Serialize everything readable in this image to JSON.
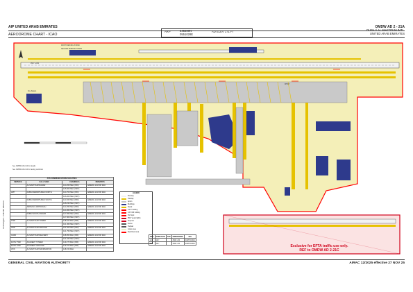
{
  "header": {
    "left": "AIP UNITED ARAB EMIRATES",
    "right": "OMDW AD 2 - 21A"
  },
  "chart": {
    "title": "AERODROME CHART - ICAO",
    "arp_label": "ARP",
    "arp_lat": "245508N",
    "arp_lon": "0551028E",
    "elevation": "AD ELEV 171 FT",
    "airport_name": "DUBAI / AL MAKTOUM INTL.",
    "country": "UNITED ARAB EMIRATES",
    "side_note": "Unchanged - 2-Month effective"
  },
  "footer": {
    "left": "GENERAL CIVIL AVIATION AUTHORITY",
    "right": "AIRAC 12/2025 effective 27 NOV 25"
  },
  "map_labels": {
    "rwy_left": "RWY 12/30",
    "mtwy": "MTWY",
    "north_note": "FIRST PARKING STAND",
    "south_note": "SECOND PARKING STAND",
    "fire_station": "Fire Station",
    "info_note": "See OMDW AD 2-24 for details",
    "info_note2": "See OMDW AD 2-24 for taxiing restriction"
  },
  "notice": {
    "line1": "Exclusive for EFTA traffic use only.",
    "line2": "REF to OMDW AD 2-21C"
  },
  "comm": {
    "title": "ATS COMMUNICATION FACILITIES",
    "headers": [
      "SERVICE",
      "CALL SIGN",
      "CHANNELS",
      "REMARKS"
    ],
    "rows": [
      [
        "",
        "AL MAKTOUM RADAR",
        "124.250 MHz (PRI)",
        "EMERG 121.500 MHz"
      ],
      [
        "",
        "",
        "125.600 MHz (SRY)",
        ""
      ],
      [
        "APP",
        "DUBAI DEPARTURES NORTH",
        "124.700 MHz (PRI)",
        "EMERG 121.500 MHz"
      ],
      [
        "",
        "",
        "126.200 MHz (SRY)",
        ""
      ],
      [
        "",
        "DUBAI DEPARTURES SOUTH",
        "124.525 MHz (PRI)",
        "EMERG 121.500 MHz"
      ],
      [
        "",
        "",
        "128.230 MHz (SRY)",
        ""
      ],
      [
        "",
        "ARRIVALS APPROACH",
        "124.250 MHz (PRI)",
        "EMERG 121.500 MHz"
      ],
      [
        "",
        "",
        "124.450 MHz (SRY)",
        ""
      ],
      [
        "",
        "DUBAI SOUTH RADAR",
        "127.650 MHz (PRI)",
        "EMERG 121.500 MHz"
      ],
      [
        "",
        "",
        "127.900 MHz (SRY)",
        ""
      ],
      [
        "TWR",
        "AL MAKTOUM TOWER",
        "118.625 MHz (PRI)",
        "EMERG 121.500 MHz"
      ],
      [
        "",
        "",
        "121.450 MHz (SRY)",
        ""
      ],
      [
        "GND",
        "AL MAKTOUM GROUND",
        "121.200 MHz (PRI)",
        "EMERG 121.500 MHz"
      ],
      [
        "",
        "",
        "121.750 MHz (SRY)",
        ""
      ],
      [
        "CLRD",
        "AL MAKTOUM DELIVERY",
        "118.950 MHz (PRI)",
        "EMERG 121.500 MHz"
      ],
      [
        "",
        "",
        "121.625 MHz (SRY)",
        ""
      ],
      [
        "DUTH TWR",
        "ACADEMY TOWER",
        "119.275 MHz (PRI)",
        "EMERG 121.500 MHz"
      ],
      [
        "DUTH GND",
        "ACADEMY GROUND",
        "119.700 MHz (PRI)",
        "EMERG 121.500 MHz"
      ],
      [
        "ATIS",
        "AL MAKTOUM INFORMATION",
        "118.150 MHz",
        ""
      ]
    ]
  },
  "legend": {
    "title": "LEGEND",
    "items": [
      {
        "label": "Runway",
        "color": "#f2f2f2"
      },
      {
        "label": "Taxiway",
        "color": "#e6c200"
      },
      {
        "label": "Apron",
        "color": "#c7c7c7"
      },
      {
        "label": "Buildings",
        "color": "#2e3a8c"
      },
      {
        "label": "Stand",
        "color": "#e6c200"
      },
      {
        "label": "CAT I holding",
        "color": "#ff0000"
      },
      {
        "label": "CAT II/III holding",
        "color": "#ff0000"
      },
      {
        "label": "Hot Spot",
        "color": "#ff0000"
      },
      {
        "label": "RWY guard lights",
        "color": "#d0021b"
      },
      {
        "label": "Stop bar",
        "color": "#d0021b"
      },
      {
        "label": "Fence",
        "color": "#555555"
      },
      {
        "label": "Helipad",
        "color": "#555555"
      },
      {
        "label": "Grass area",
        "color": "#eaf2c8"
      },
      {
        "label": "Restricted area",
        "color": "#ff0000"
      }
    ]
  },
  "rwy_table": {
    "headers": [
      "RWY",
      "DIRECTION",
      "THR",
      "DIMENSIONS",
      "SFC"
    ],
    "rows": [
      [
        "12",
        "121°",
        "",
        "4500 x 60",
        "ASPH/CONC"
      ],
      [
        "30",
        "301°",
        "",
        "4500 x 60",
        "ASPH/CONC"
      ]
    ]
  },
  "colors": {
    "airfield_bg": "#f4efb8",
    "boundary": "#ff0000",
    "taxiway": "#e6c200",
    "building": "#2e3a8c",
    "apron": "#c9c9c9",
    "efta": "#d0021b"
  }
}
